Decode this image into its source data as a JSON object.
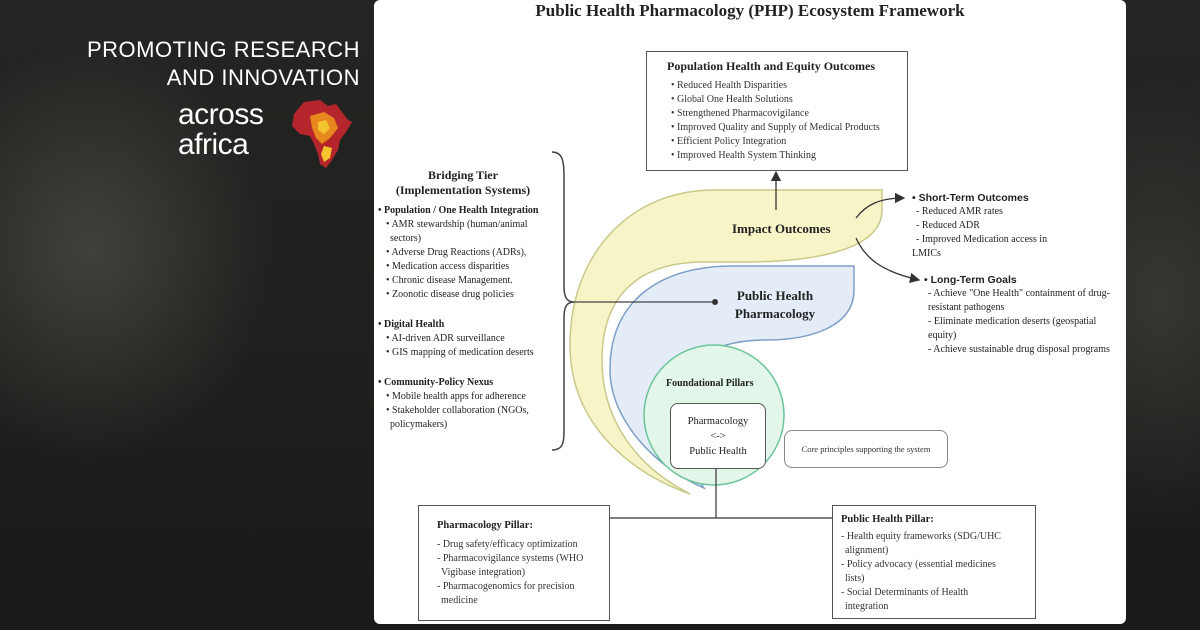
{
  "promo": {
    "line1": "PROMOTING RESEARCH",
    "line2": "AND INNOVATION",
    "brand_line1": "across",
    "brand_line2": "africa",
    "colors": {
      "map_red": "#b4262c",
      "map_orange": "#e8871e",
      "map_yellow": "#f4c430"
    }
  },
  "diagram": {
    "title": "Public Health Pharmacology (PHP) Ecosystem Framework",
    "population_box": {
      "title": "Population Health and Equity Outcomes",
      "items": [
        "• Reduced Health Disparities",
        "• Global One Health Solutions",
        "• Strengthened Pharmacovigilance",
        "• Improved Quality and Supply of Medical Products",
        "• Efficient Policy Integration",
        "• Improved Health System Thinking"
      ]
    },
    "bridging": {
      "title1": "Bridging Tier",
      "title2": "(Implementation Systems)",
      "sections": [
        {
          "heading": "• Population / One Health Integration",
          "items": [
            "• AMR stewardship (human/animal",
            "sectors)",
            "• Adverse Drug Reactions (ADRs),",
            "• Medication access disparities",
            "• Chronic disease Management.",
            "• Zoonotic disease drug policies"
          ]
        },
        {
          "heading": "• Digital Health",
          "items": [
            "• AI-driven ADR surveillance",
            "• GIS mapping of medication deserts"
          ]
        },
        {
          "heading": "• Community-Policy Nexus",
          "items": [
            "• Mobile health apps for adherence",
            "• Stakeholder collaboration (NGOs,",
            "policymakers)"
          ]
        }
      ]
    },
    "impact_label": "Impact Outcomes",
    "php_label_1": "Public Health",
    "php_label_2": "Pharmacology",
    "foundational_label": "Foundational Pillars",
    "core_box": {
      "line1": "Pharmacology",
      "line2": "<->",
      "line3": "Public Health"
    },
    "core_note": "Core principles supporting the system",
    "short_term": {
      "heading": "• Short-Term Outcomes",
      "items": [
        "- Reduced AMR rates",
        "- Reduced ADR",
        "- Improved Medication access in",
        "LMICs"
      ]
    },
    "long_term": {
      "heading": "• Long-Term Goals",
      "items": [
        "- Achieve \"One Health\" containment of drug-",
        "resistant pathogens",
        "- Eliminate medication deserts (geospatial",
        "equity)",
        "- Achieve sustainable drug disposal programs"
      ]
    },
    "pharm_pillar": {
      "title": "Pharmacology Pillar:",
      "items": [
        "- Drug safety/efficacy optimization",
        "- Pharmacovigilance systems (WHO",
        "Vigibase integration)",
        "- Pharmacogenomics for precision",
        "medicine"
      ]
    },
    "ph_pillar": {
      "title": "Public Health Pillar:",
      "items": [
        "- Health equity frameworks (SDG/UHC",
        "alignment)",
        "- Policy advocacy (essential medicines",
        "lists)",
        "- Social Determinants of Health",
        "integration"
      ]
    },
    "colors": {
      "outer_fill": "#f7f4c8",
      "outer_stroke": "#c9c98a",
      "mid_fill": "#e3ecf7",
      "mid_stroke": "#7f9fc6",
      "inner_fill": "#e2f6ea",
      "inner_stroke": "#6cc49a"
    }
  }
}
